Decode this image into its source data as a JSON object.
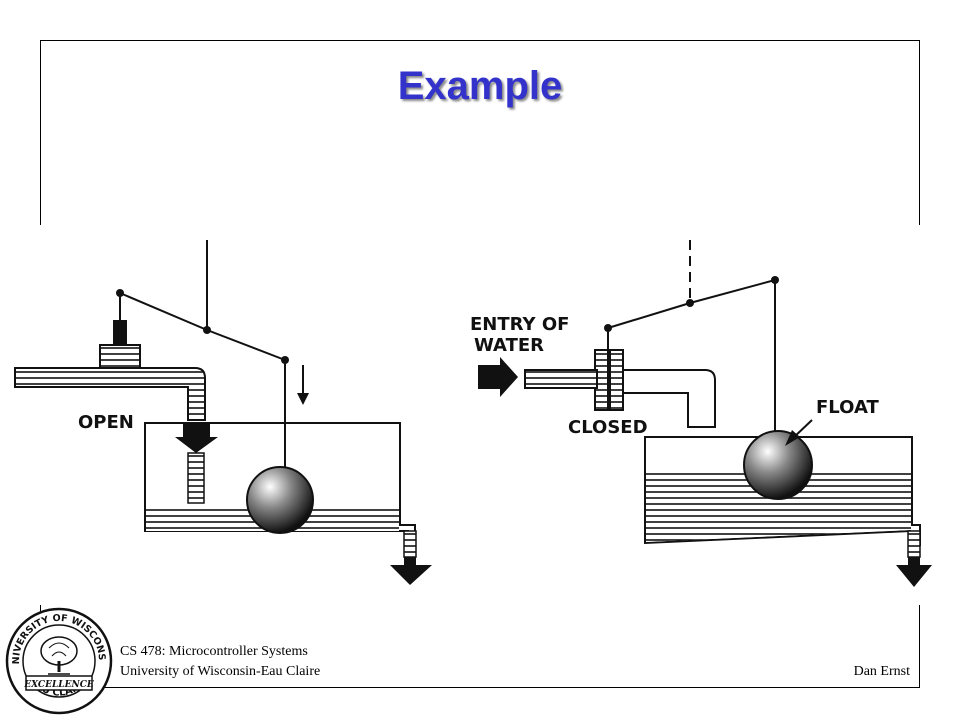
{
  "slide": {
    "title": "Example"
  },
  "diagram": {
    "left_label": "OPEN",
    "right_labels": {
      "entry_line1": "ENTRY OF",
      "entry_line2": "WATER",
      "closed": "CLOSED",
      "float": "FLOAT"
    }
  },
  "footer": {
    "course": "CS 478: Microcontroller Systems",
    "university": "University of Wisconsin-Eau Claire",
    "author": "Dan Ernst"
  },
  "seal": {
    "top_text": "UNIVERSITY OF WISCONSIN",
    "center_text": "EXCELLENCE",
    "bottom_text": "EAU CLAIRE"
  },
  "colors": {
    "title": "#3333cc",
    "ink": "#111111"
  }
}
